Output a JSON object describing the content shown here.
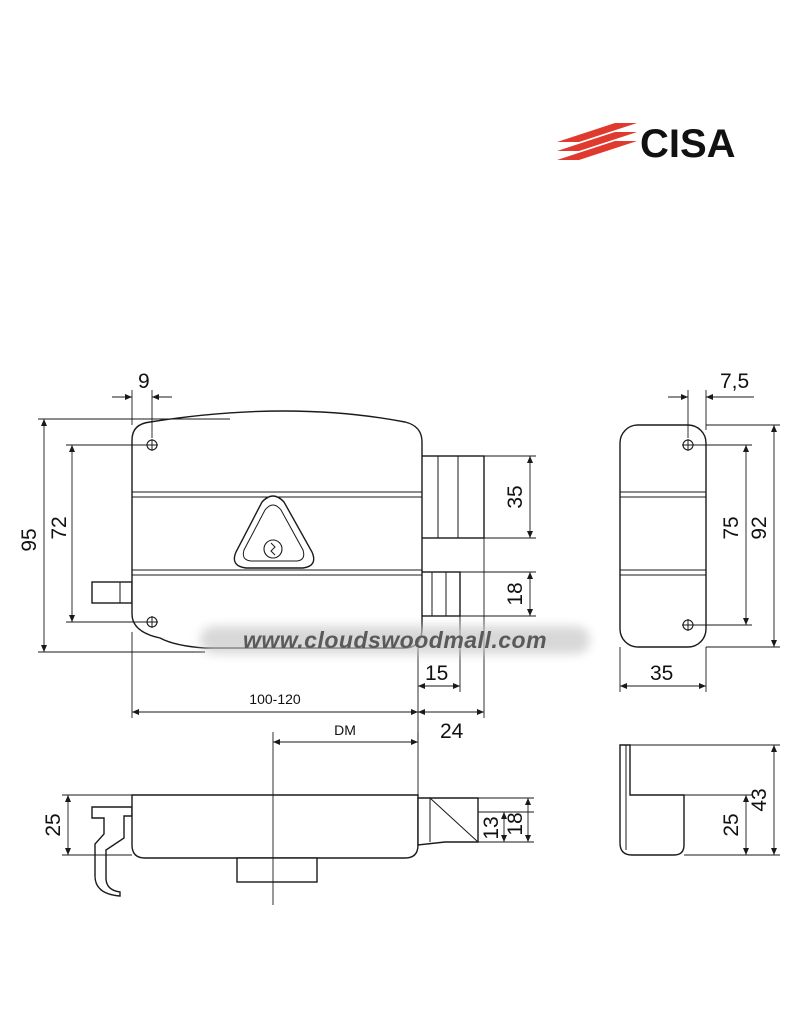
{
  "brand": {
    "name": "CISA",
    "logo_color": "#e03a2f"
  },
  "watermark": "www.cloudswoodmall.com",
  "front_view": {
    "dims": {
      "hole_offset": "9",
      "height_overall": "95",
      "hole_spacing": "72",
      "bolt_height": "35",
      "latch_height": "18",
      "latch_projection": "15",
      "backset_range": "100-120",
      "bolt_projection": "24"
    }
  },
  "side_view": {
    "dims": {
      "hole_offset": "7,5",
      "hole_spacing": "75",
      "height": "92",
      "depth": "35"
    }
  },
  "top_view": {
    "dims": {
      "backset_label": "DM",
      "body_depth": "25",
      "latch_depth_a": "13",
      "latch_depth_b": "18"
    }
  },
  "end_view": {
    "dims": {
      "body_depth": "25",
      "overall_depth": "43"
    }
  }
}
